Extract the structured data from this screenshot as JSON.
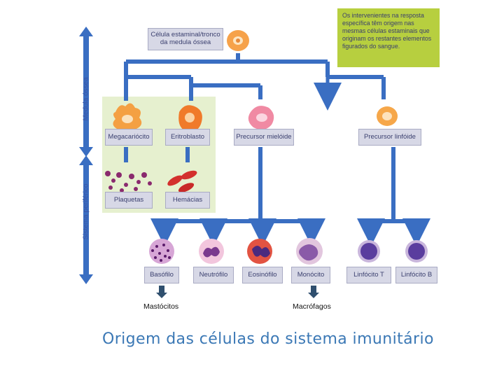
{
  "diagram": {
    "stem_cell": "Célula estaminal/tronco\nda medula óssea",
    "note": "Os intervenientes na resposta específica têm origem nas mesmas células estaminais que originam os restantes elementos figurados do sangue.",
    "side_labels": {
      "bone_marrow": "Medula óssea",
      "peripheral": "Sistema periférico"
    },
    "progenitors": {
      "megakaryocyte": "Megacariócito",
      "erythroblast": "Eritroblasto",
      "myeloid": "Precursor mielóide",
      "lymphoid": "Precursor linfóide"
    },
    "peripheral_products": {
      "platelets": "Plaquetas",
      "red_cells": "Hemácias"
    },
    "leukocytes": {
      "basophil": "Basófilo",
      "neutrophil": "Neutrófilo",
      "eosinophil": "Eosinófilo",
      "monocyte": "Monócito",
      "lymphocyte_t": "Linfócito T",
      "lymphocyte_b": "Linfócito B"
    },
    "derived": {
      "mast_cells": "Mastócitos",
      "macrophages": "Macrófagos"
    }
  },
  "slide_title": "Origem das células do sistema imunitário",
  "colors": {
    "connector": "#3a6ec2",
    "note_bg": "#b7cf3f",
    "panel_bg": "#e6f0cf",
    "box_bg": "#d7d8e6"
  }
}
